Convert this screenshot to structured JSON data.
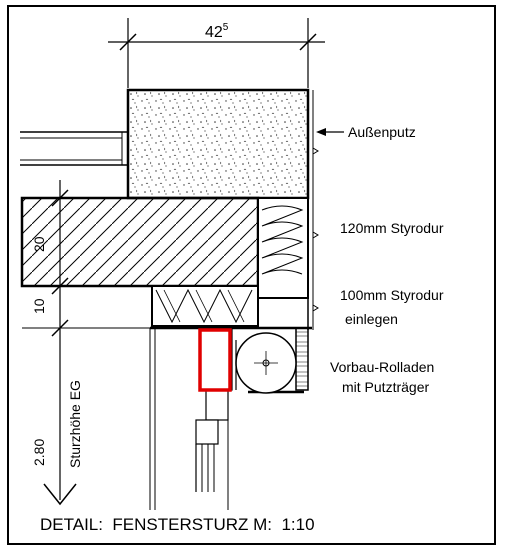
{
  "drawing": {
    "dimension_top": "42",
    "dimension_top_sup": "5",
    "dimension_slab": "20",
    "dimension_lower": "10",
    "vertical_dimension": "2.80",
    "vertical_label": "Sturzhöhe EG",
    "labels": {
      "exterior_plaster": "Außenputz",
      "insulation_1_line1": "120mm Styrodur",
      "insulation_2_line1": "100mm Styrodur",
      "insulation_2_line2": "einlegen",
      "shutter_line1": "Vorbau-Rolladen",
      "shutter_line2": "mit Putzträger"
    },
    "title": "DETAIL:  FENSTERSTURZ M:  1:10",
    "highlight_color": "#e00000"
  }
}
